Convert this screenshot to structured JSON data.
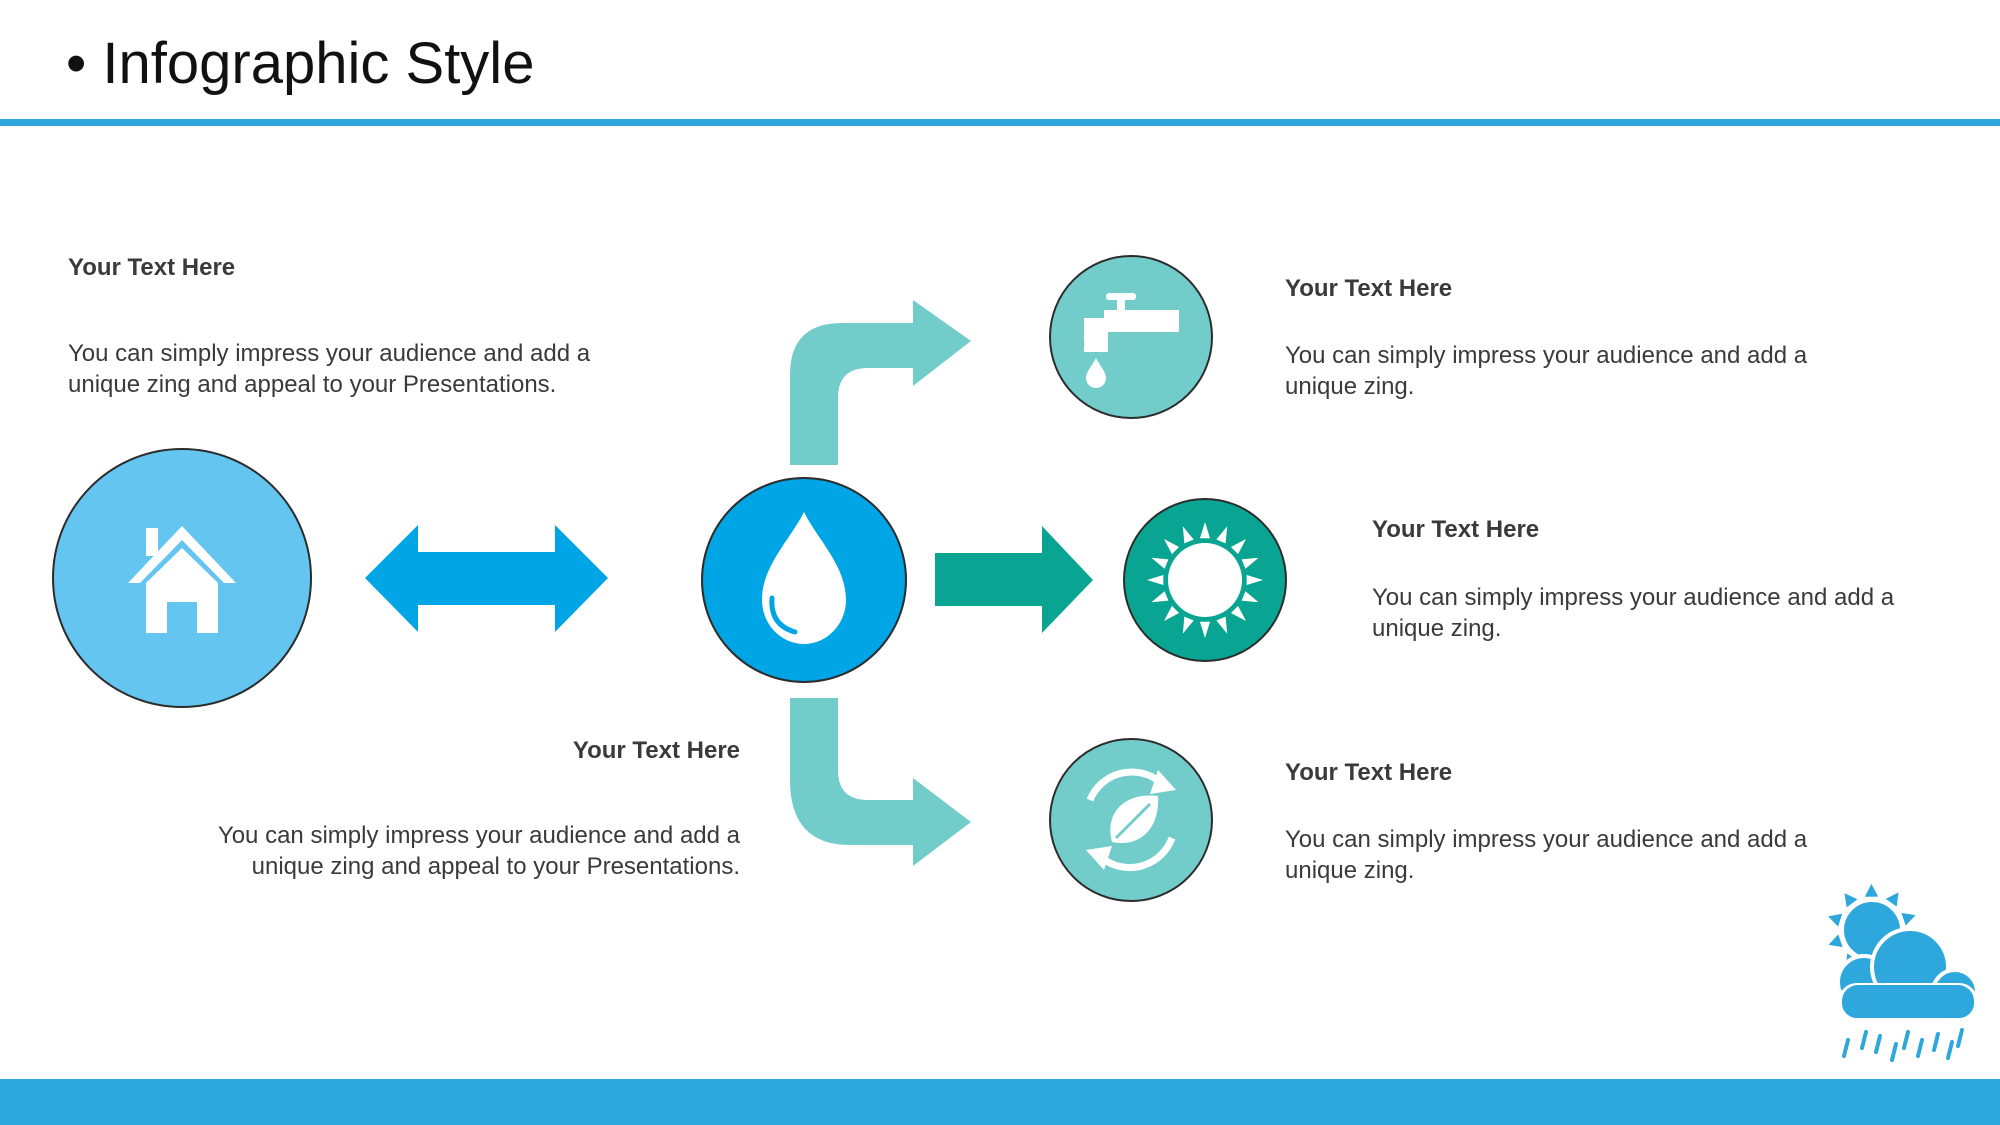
{
  "slide": {
    "title": "• Infographic Style"
  },
  "colors": {
    "accent_blue": "#2ea8dc",
    "light_blue": "#64c5f0",
    "bright_blue": "#00a5e5",
    "teal_light": "#72cdca",
    "teal_dark": "#0aa592",
    "outline": "#2c2c2c"
  },
  "blocks": {
    "top_left": {
      "heading": "Your Text Here",
      "body": "You can simply impress your audience and add a unique zing and appeal to your Presentations."
    },
    "bottom_left": {
      "heading": "Your Text Here",
      "body": "You can simply impress your audience and add a unique zing and appeal to your Presentations."
    },
    "top_right": {
      "heading": "Your Text Here",
      "body": "You can simply impress your audience and add a unique zing."
    },
    "middle_right": {
      "heading": "Your Text Here",
      "body": "You can simply impress your audience and add a unique zing."
    },
    "bottom_right": {
      "heading": "Your Text Here",
      "body": "You can simply impress your audience and add a unique zing."
    }
  },
  "icons": {
    "home": "home-icon",
    "water": "water-drop-icon",
    "tap": "water-tap-icon",
    "sun": "sun-icon",
    "recycle": "recycle-leaf-icon",
    "weather": "sun-cloud-rain-icon"
  }
}
